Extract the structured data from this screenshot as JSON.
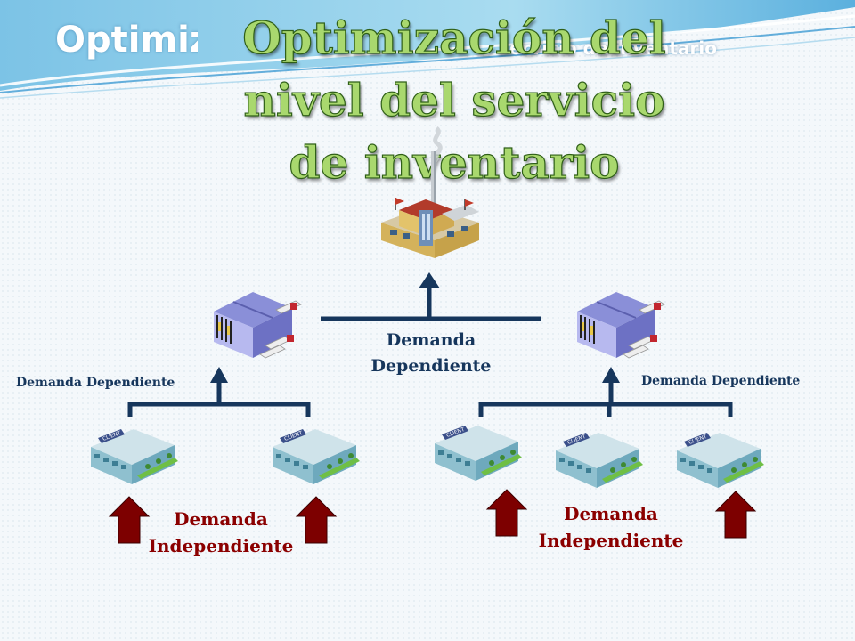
{
  "slide": {
    "ghost_title": "Optimización del nivel del servicio de inventario",
    "ghost_subtitle": "servicio de inventario",
    "title_lines": [
      "Optimización del",
      "nivel del servicio",
      "de inventario"
    ]
  },
  "labels": {
    "center_dependent": [
      "Demanda",
      "Dependiente"
    ],
    "left_dependent": "Demanda Dependiente",
    "right_dependent": "Demanda Dependiente",
    "left_independent": [
      "Demanda",
      "Independiente"
    ],
    "right_independent": [
      "Demanda",
      "Independiente"
    ]
  },
  "nodes": {
    "factory": "factory-icon",
    "warehouses": [
      "warehouse-icon",
      "warehouse-icon"
    ],
    "clients_left": [
      "client-store-icon",
      "client-store-icon"
    ],
    "clients_right": [
      "client-store-icon",
      "client-store-icon",
      "client-store-icon"
    ],
    "client_sign": "CLIENT"
  },
  "colors": {
    "title_fill": "#a9d86e",
    "connector": "#16365c",
    "independent_arrow": "#7d0000",
    "dependent_text": "#16365c",
    "independent_text": "#8b0000"
  }
}
